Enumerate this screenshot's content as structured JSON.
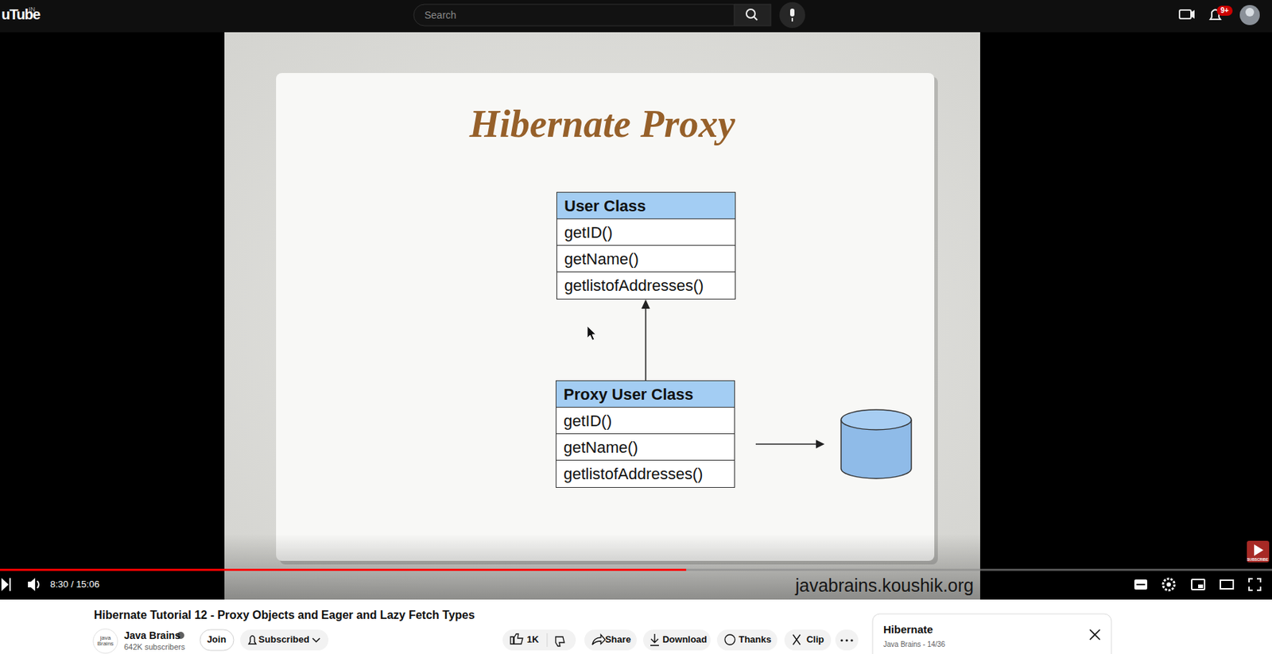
{
  "diagram": {
    "title": "Hibernate Proxy",
    "nodes": [
      {
        "text": [
          "User Class",
          "getID()",
          "getName()",
          "getlistofAddresses()"
        ]
      },
      {
        "text": [
          "Proxy User Class",
          "getID()",
          "getName()",
          "getlistofAddresses()"
        ]
      }
    ],
    "edges": [
      {
        "from": 1,
        "to": 0,
        "arrow": "to"
      }
    ],
    "labels": [
      "uTube",
      "IN",
      "Search",
      "9+",
      "javabrains.koushik.org",
      "8:30 / 15:06",
      "Hibernate Tutorial 12 - Proxy Objects and Eager and Lazy Fetch Types",
      "java Brains",
      "Java Brains",
      "642K subscribers",
      "Join",
      "Subscribed",
      "1K",
      "Share",
      "Download",
      "Thanks",
      "Clip",
      "Hibernate",
      "Java Brains - 14/36",
      "SUBSCRIBE"
    ]
  }
}
